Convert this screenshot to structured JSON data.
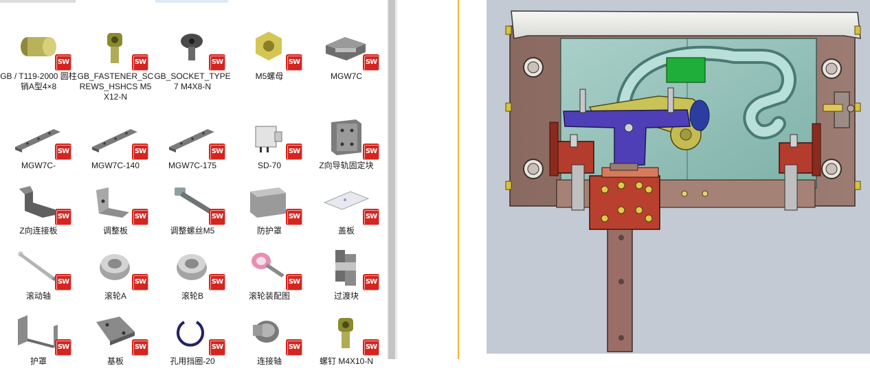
{
  "panel": {
    "items": [
      {
        "label": "GB / T119-2000 圆柱销A型4×8",
        "icon": "pin-icon"
      },
      {
        "label": "GB_FASTENER_SCREWS_HSHCS M5X12-N",
        "icon": "socket-screw-icon"
      },
      {
        "label": "GB_SOCKET_TYPE7 M4X8-N",
        "icon": "button-screw-icon"
      },
      {
        "label": "M5螺母",
        "icon": "nut-icon"
      },
      {
        "label": "MGW7C",
        "icon": "rail-block-icon"
      },
      {
        "label": "MGW7C-",
        "icon": "rail-icon"
      },
      {
        "label": "MGW7C-140",
        "icon": "rail-icon"
      },
      {
        "label": "MGW7C-175",
        "icon": "rail-icon"
      },
      {
        "label": "SD-70",
        "icon": "cylinder-icon"
      },
      {
        "label": "Z向导轨固定块",
        "icon": "fixing-block-icon"
      },
      {
        "label": "Z向连接板",
        "icon": "connecting-plate-icon"
      },
      {
        "label": "调整板",
        "icon": "angle-plate-icon"
      },
      {
        "label": "调整螺丝M5",
        "icon": "screw-icon"
      },
      {
        "label": "防护罩",
        "icon": "cover-box-icon"
      },
      {
        "label": "盖板",
        "icon": "flat-plate-icon"
      },
      {
        "label": "滚动轴",
        "icon": "shaft-icon"
      },
      {
        "label": "滚轮A",
        "icon": "roller-icon"
      },
      {
        "label": "滚轮B",
        "icon": "roller-icon"
      },
      {
        "label": "滚轮装配图",
        "icon": "roller-assembly-icon"
      },
      {
        "label": "过渡块",
        "icon": "transition-block-icon"
      },
      {
        "label": "护罩",
        "icon": "guard-icon"
      },
      {
        "label": "基板",
        "icon": "base-plate-icon"
      },
      {
        "label": "孔用挡圈-20",
        "icon": "circlip-icon"
      },
      {
        "label": "连接轴",
        "icon": "connecting-shaft-icon"
      },
      {
        "label": "螺钉 M4X10-N",
        "icon": "socket-screw-icon"
      }
    ],
    "badge_text": "SW"
  },
  "viewport": {
    "background": "#c4cad4"
  }
}
